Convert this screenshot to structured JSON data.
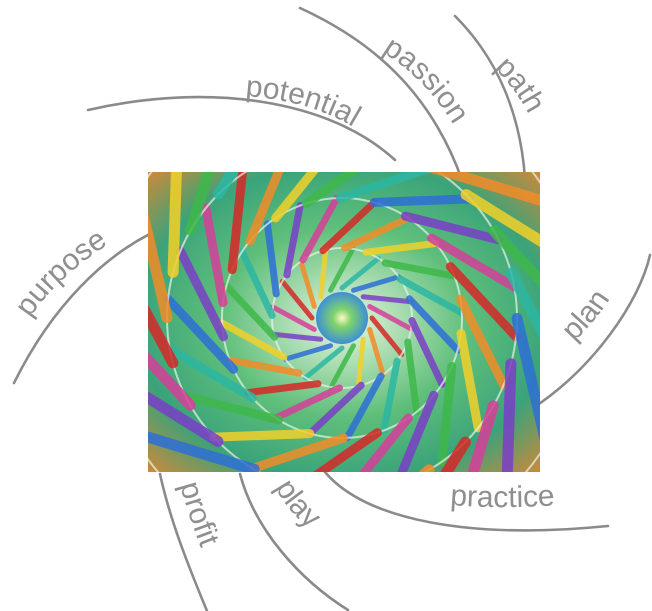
{
  "words": [
    {
      "id": "potential",
      "text": "potential"
    },
    {
      "id": "passion",
      "text": "passion"
    },
    {
      "id": "path",
      "text": "path"
    },
    {
      "id": "purpose",
      "text": "purpose"
    },
    {
      "id": "plan",
      "text": "plan"
    },
    {
      "id": "practice",
      "text": "practice"
    },
    {
      "id": "play",
      "text": "play"
    },
    {
      "id": "profit",
      "text": "profit"
    }
  ],
  "center_image": {
    "description_icon": "rainbow-spiral-mandala-icon",
    "colors": [
      "#d62828",
      "#f28c28",
      "#f2d12a",
      "#3fb84a",
      "#2cb7a3",
      "#2e6fd6",
      "#7a3fc7",
      "#d63f9a"
    ]
  },
  "styles": {
    "line_color": "#8a8a8a",
    "text_color": "#8f8f8f",
    "background": "#ffffff"
  }
}
